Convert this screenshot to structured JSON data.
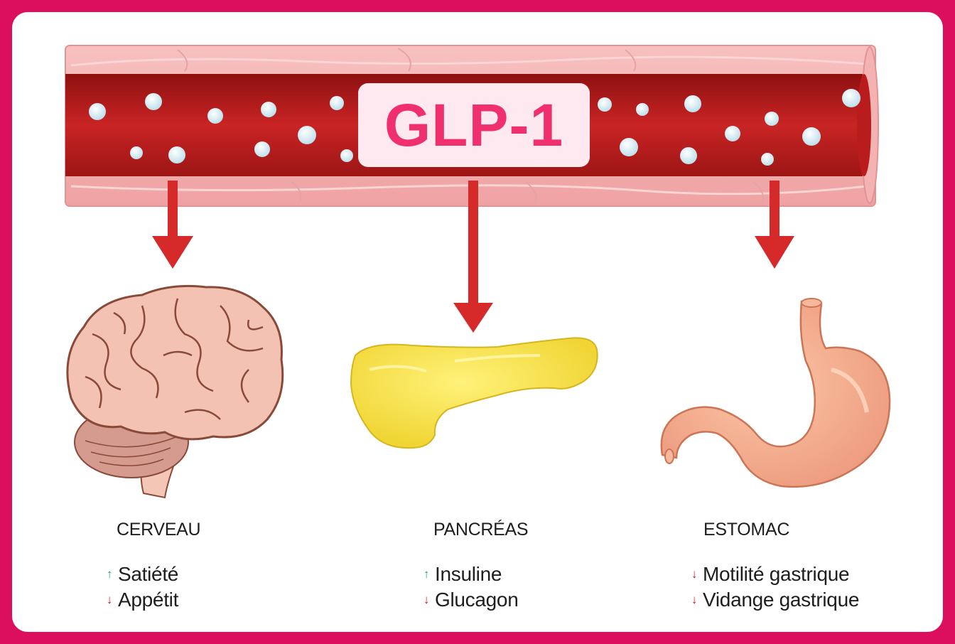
{
  "hormone_label": "GLP-1",
  "colors": {
    "frame": "#dc0f5f",
    "label_text": "#ef2f6e",
    "arrow_up": "#2e9a6a",
    "arrow_down": "#c8202a",
    "flow_arrows": "#d62a2a"
  },
  "organs": [
    {
      "name": "CERVEAU",
      "illustration": "brain-illustration",
      "effects": [
        {
          "direction": "up",
          "icon": "up-arrow-icon",
          "symbol": "↑",
          "text": "Satiété"
        },
        {
          "direction": "down",
          "icon": "down-arrow-icon",
          "symbol": "↓",
          "text": "Appétit"
        }
      ]
    },
    {
      "name": "PANCRÉAS",
      "illustration": "pancreas-illustration",
      "effects": [
        {
          "direction": "up",
          "icon": "up-arrow-icon",
          "symbol": "↑",
          "text": "Insuline"
        },
        {
          "direction": "down",
          "icon": "down-arrow-icon",
          "symbol": "↓",
          "text": "Glucagon"
        }
      ]
    },
    {
      "name": "ESTOMAC",
      "illustration": "stomach-illustration",
      "effects": [
        {
          "direction": "down",
          "icon": "down-arrow-icon",
          "symbol": "↓",
          "text": "Motilité gastrique"
        },
        {
          "direction": "down",
          "icon": "down-arrow-icon",
          "symbol": "↓",
          "text": "Vidange gastrique"
        }
      ]
    }
  ]
}
